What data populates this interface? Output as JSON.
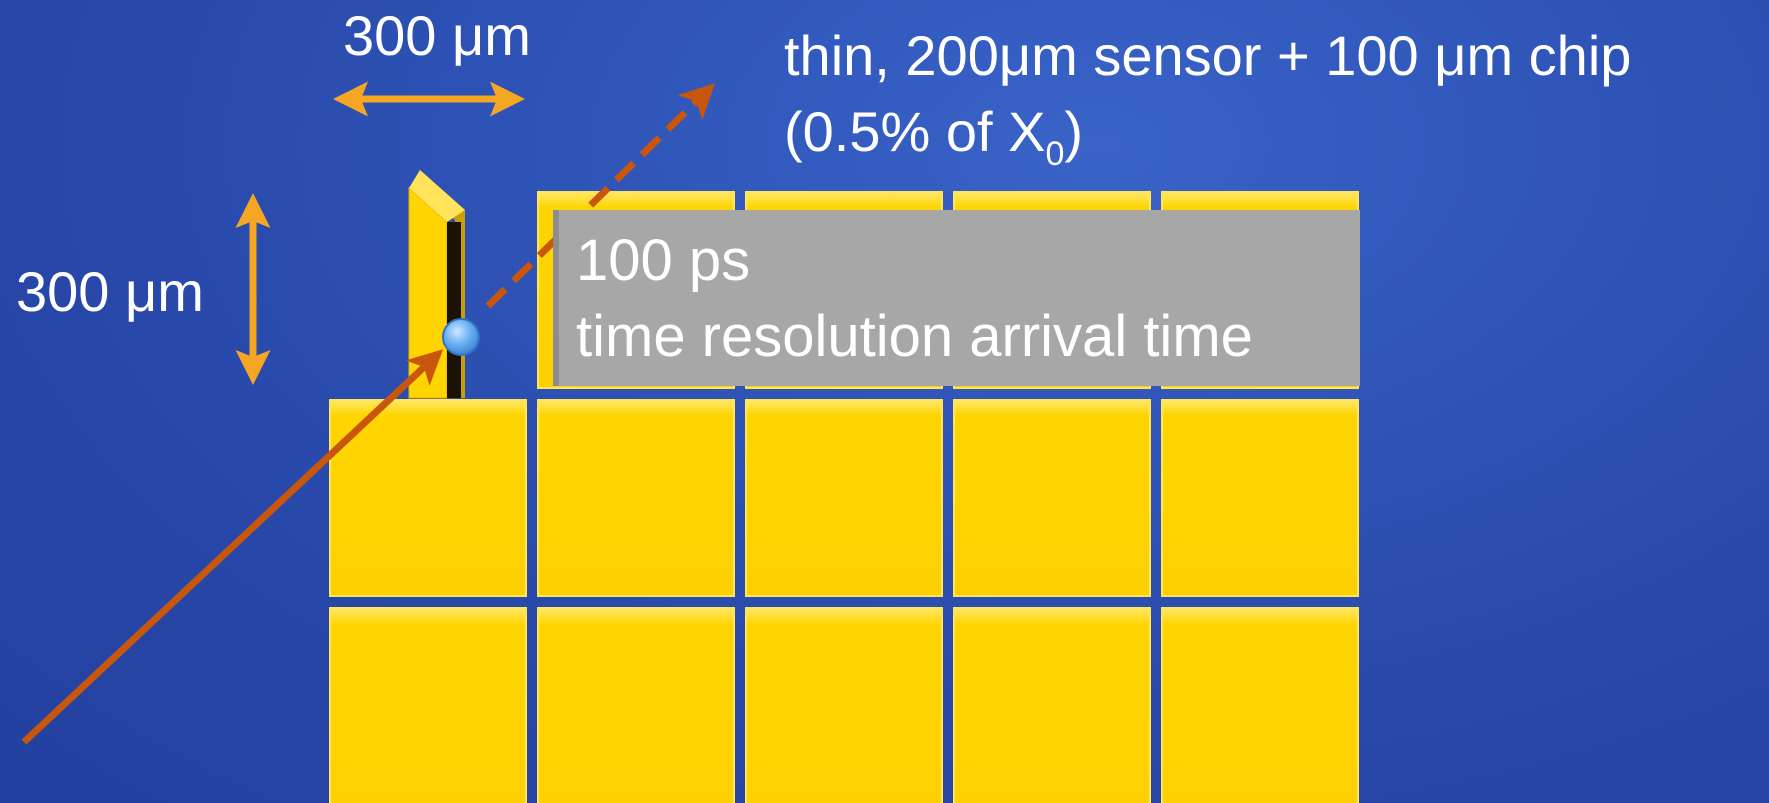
{
  "diagram": {
    "dimension_horizontal": "300 μm",
    "dimension_vertical": "300 μm",
    "sensor_description_line1": "thin, 200μm sensor + 100 μm chip",
    "sensor_description_line2_prefix": "(0.5% of X",
    "sensor_description_line2_subscript": "0",
    "sensor_description_line2_suffix": ")",
    "timing_value": "100 ps",
    "timing_caption": "time resolution arrival time"
  },
  "colors": {
    "background": "#2f55b8",
    "calorimeter_cell": "#ffd400",
    "cell_border": "#ffe45c",
    "dimension_arrow": "#f5a623",
    "particle_track": "#c8560c",
    "hit_point": "#6fb6ff",
    "info_box": "#a7a7a7",
    "text": "#ffffff"
  }
}
